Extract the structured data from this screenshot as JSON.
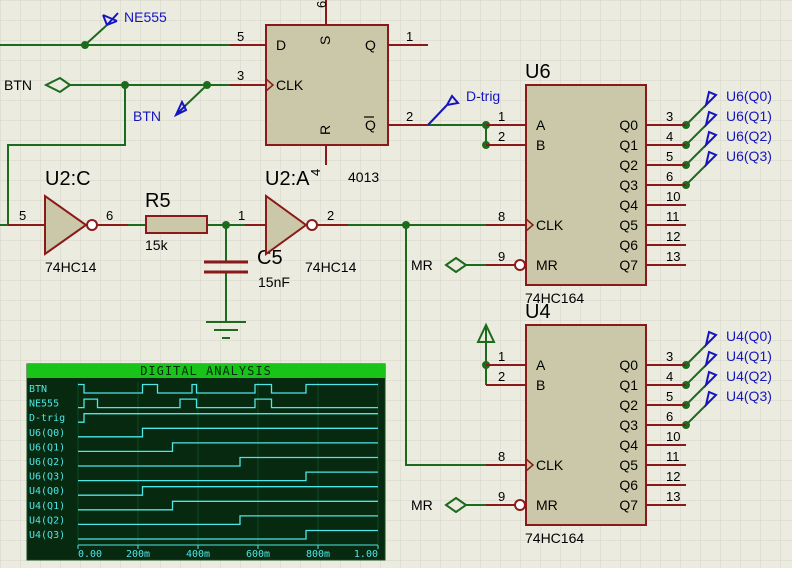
{
  "colors": {
    "background": "#ecebe0",
    "grid": "#d4d3c8",
    "wire": "#1c6b1c",
    "pin": "#8a1a1a",
    "body_fill": "#cac8a8",
    "body_stroke": "#8a1a1a",
    "label_blue": "#1515c0",
    "label_black": "#000000",
    "analysis_bg": "#062910",
    "analysis_header": "#18c418",
    "analysis_trace": "#4ee6e6"
  },
  "schematic": {
    "probe_ne555": "NE555",
    "probe_btn": "BTN",
    "port_btn": "BTN",
    "probe_dtrig": "D-trig",
    "port_mr_top": "MR",
    "port_mr_bottom": "MR",
    "u2_dff": {
      "part": "4013",
      "pin_d": "D",
      "pin_clk": "CLK",
      "pin_s": "S",
      "pin_r": "R",
      "pin_q": "Q",
      "pin_qbar": "Q",
      "pinnum_d": "5",
      "pinnum_clk": "3",
      "pinnum_q": "1",
      "pinnum_qbar": "2",
      "pinnum_s": "6",
      "pinnum_r": "4"
    },
    "u2c": {
      "ref": "U2:C",
      "part": "74HC14",
      "pin_in": "5",
      "pin_out": "6"
    },
    "u2a": {
      "ref": "U2:A",
      "part": "74HC14",
      "pin_in": "1",
      "pin_out": "2"
    },
    "r5": {
      "ref": "R5",
      "value": "15k"
    },
    "c5": {
      "ref": "C5",
      "value": "15nF"
    },
    "u6": {
      "ref": "U6",
      "part": "74HC164",
      "in_labels": [
        "A",
        "B",
        "CLK",
        "MR"
      ],
      "in_pins": [
        "1",
        "2",
        "8",
        "9"
      ],
      "out_labels": [
        "Q0",
        "Q1",
        "Q2",
        "Q3",
        "Q4",
        "Q5",
        "Q6",
        "Q7"
      ],
      "out_pins": [
        "3",
        "4",
        "5",
        "6",
        "10",
        "11",
        "12",
        "13"
      ],
      "probes": [
        "U6(Q0)",
        "U6(Q1)",
        "U6(Q2)",
        "U6(Q3)"
      ]
    },
    "u4": {
      "ref": "U4",
      "part": "74HC164",
      "in_labels": [
        "A",
        "B",
        "CLK",
        "MR"
      ],
      "in_pins": [
        "1",
        "2",
        "8",
        "9"
      ],
      "out_labels": [
        "Q0",
        "Q1",
        "Q2",
        "Q3",
        "Q4",
        "Q5",
        "Q6",
        "Q7"
      ],
      "out_pins": [
        "3",
        "4",
        "5",
        "6",
        "10",
        "11",
        "12",
        "13"
      ],
      "probes": [
        "U4(Q0)",
        "U4(Q1)",
        "U4(Q2)",
        "U4(Q3)"
      ]
    }
  },
  "analysis": {
    "title": "DIGITAL ANALYSIS",
    "time_end": 1.0,
    "x_ticks": [
      "0.00",
      "200m",
      "400m",
      "600m",
      "800m",
      "1.00"
    ],
    "tick_times": [
      0,
      0.2,
      0.4,
      0.6,
      0.8,
      1.0
    ],
    "traces": [
      {
        "name": "BTN",
        "initial": 1,
        "toggles": [
          0.02,
          0.215,
          0.265,
          0.38,
          0.395,
          0.59,
          0.645,
          0.76
        ]
      },
      {
        "name": "NE555",
        "initial": 0,
        "toggles": [
          0.02,
          0.065,
          0.34,
          0.395,
          0.59,
          0.645
        ]
      },
      {
        "name": "D-trig",
        "initial": 0,
        "toggles": [
          0.02
        ]
      },
      {
        "name": "U6(Q0)",
        "initial": 0,
        "toggles": [
          0.215
        ]
      },
      {
        "name": "U6(Q1)",
        "initial": 0,
        "toggles": [
          0.315
        ]
      },
      {
        "name": "U6(Q2)",
        "initial": 0,
        "toggles": [
          0.54
        ]
      },
      {
        "name": "U6(Q3)",
        "initial": 0,
        "toggles": [
          0.76
        ]
      },
      {
        "name": "U4(Q0)",
        "initial": 0,
        "toggles": [
          0.215
        ]
      },
      {
        "name": "U4(Q1)",
        "initial": 0,
        "toggles": [
          0.315
        ]
      },
      {
        "name": "U4(Q2)",
        "initial": 0,
        "toggles": [
          0.54
        ]
      },
      {
        "name": "U4(Q3)",
        "initial": 0,
        "toggles": [
          0.76
        ]
      }
    ]
  }
}
